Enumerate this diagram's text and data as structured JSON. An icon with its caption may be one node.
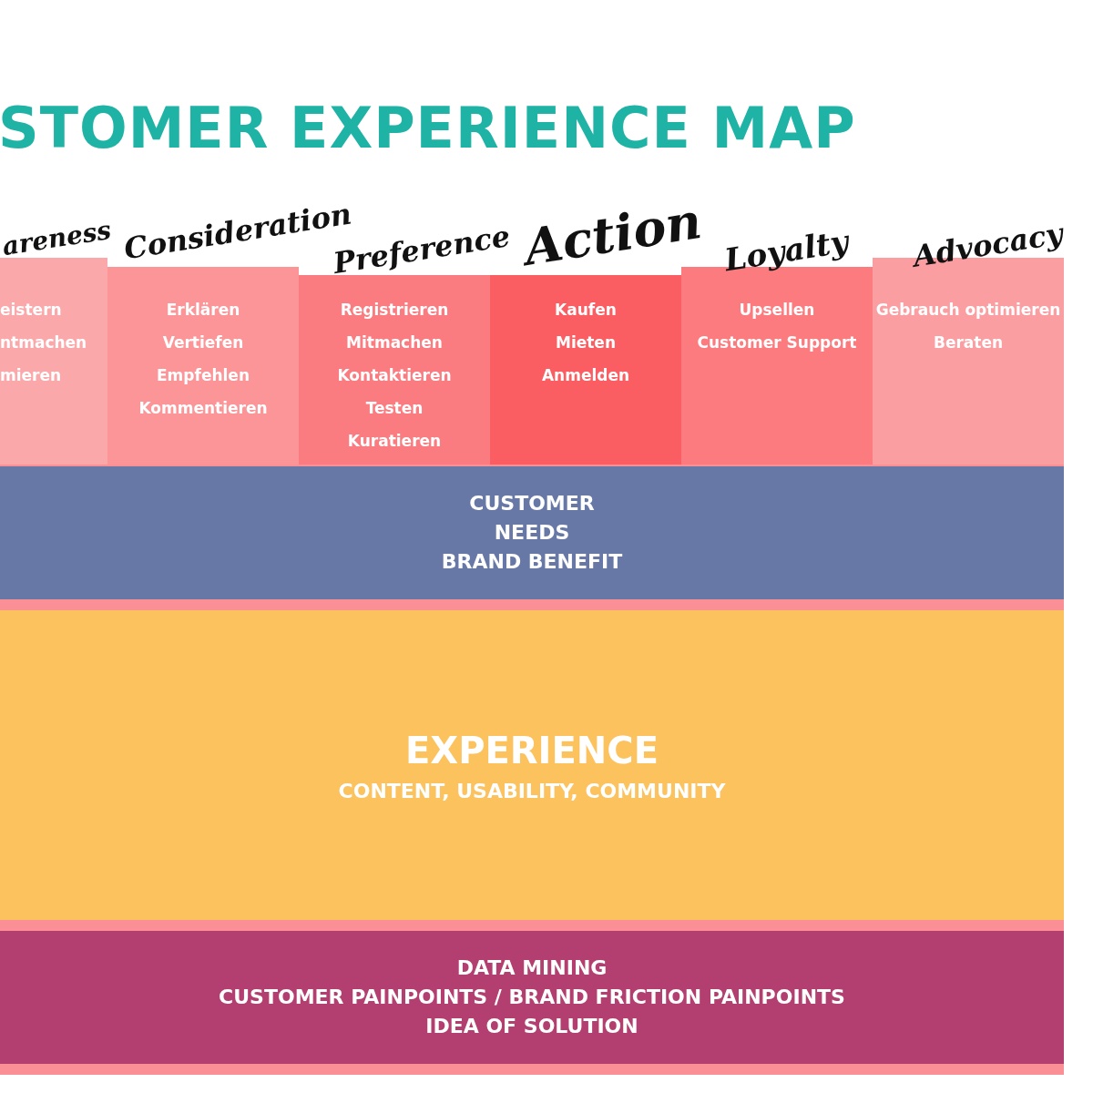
{
  "diagram": {
    "title": "STOMER EXPERIENCE MAP",
    "nodes": [
      {
        "text": [
          "areness",
          "eistern",
          "ntmachen",
          "mieren"
        ]
      },
      {
        "text": [
          "Consideration",
          "Erklären",
          "Vertiefen",
          "Empfehlen",
          "Kommentieren"
        ]
      },
      {
        "text": [
          "Preference",
          "Registrieren",
          "Mitmachen",
          "Kontaktieren",
          "Testen",
          "Kuratieren"
        ]
      },
      {
        "text": [
          "Action",
          "Kaufen",
          "Mieten",
          "Anmelden"
        ]
      },
      {
        "text": [
          "Loyalty",
          "Upsellen",
          "Customer Support"
        ]
      },
      {
        "text": [
          "Advocacy",
          "Gebrauch optimieren",
          "Beraten"
        ]
      },
      {
        "text": [
          "CUSTOMER",
          "NEEDS",
          "BRAND BENEFIT"
        ]
      },
      {
        "text": [
          "EXPERIENCE",
          "CONTENT, USABILITY, COMMUNITY"
        ]
      },
      {
        "text": [
          "DATA MINING",
          "CUSTOMER PAINPOINTS / BRAND FRICTION PAINPOINTS",
          "IDEA OF SOLUTION"
        ]
      }
    ],
    "edges": []
  }
}
